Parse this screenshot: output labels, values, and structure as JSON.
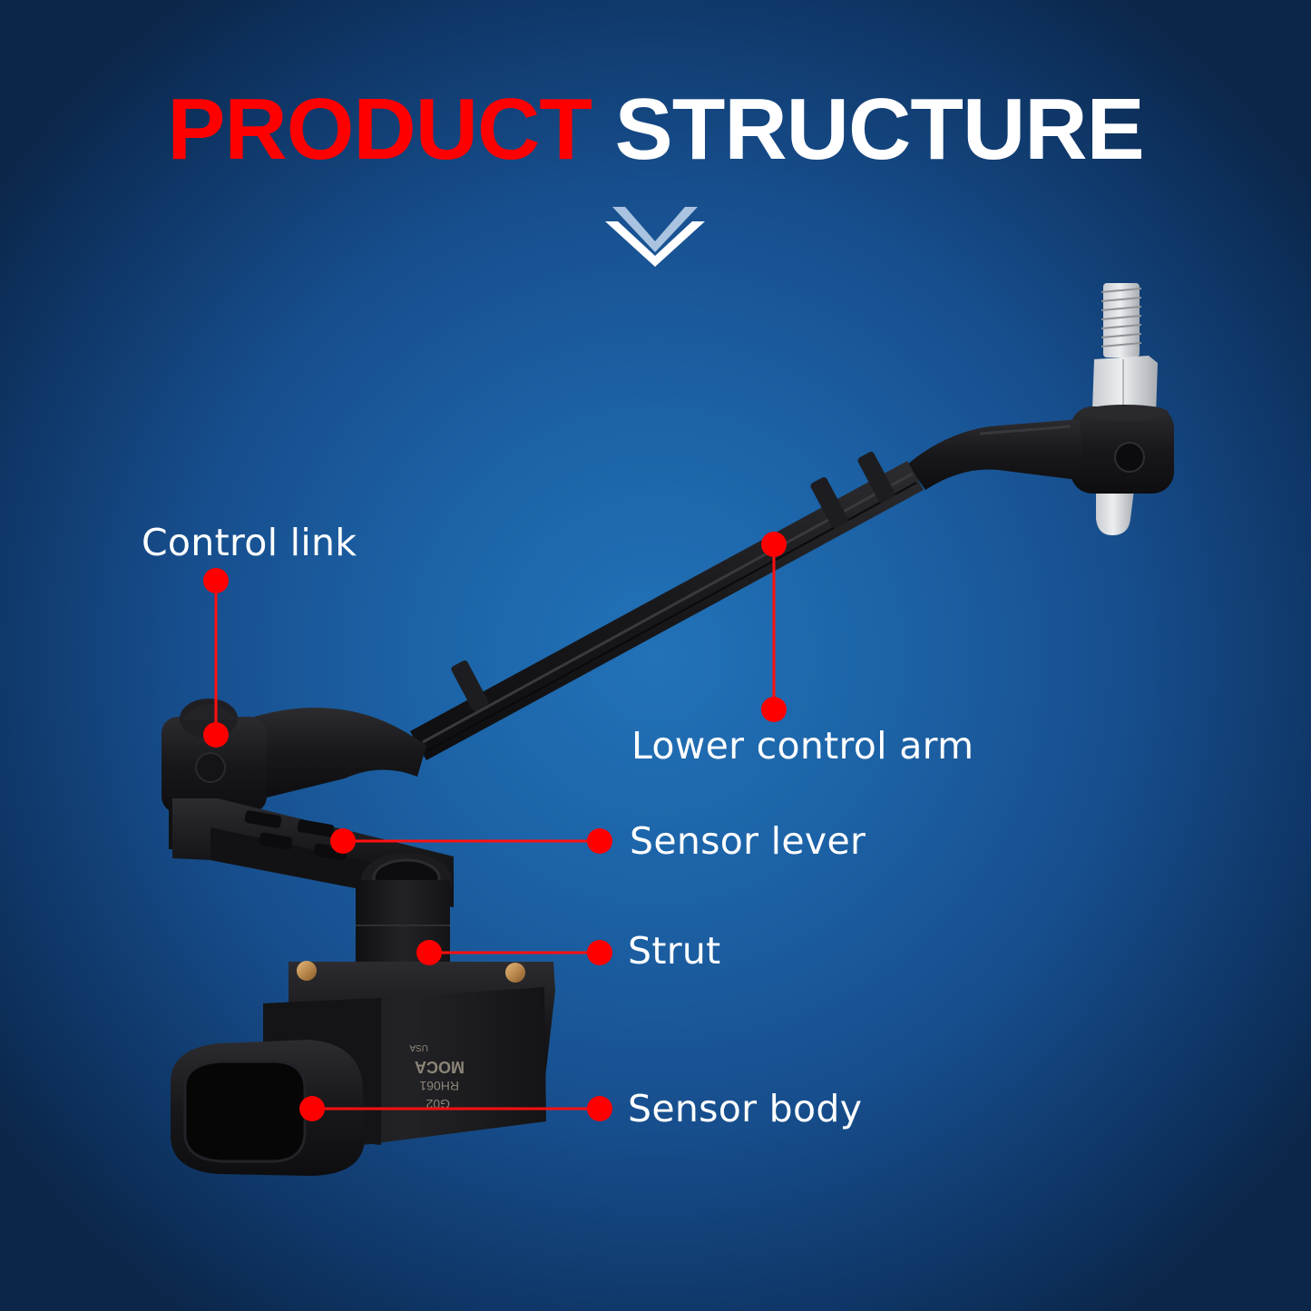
{
  "header": {
    "title_highlight": "PRODUCT",
    "title_rest": "STRUCTURE",
    "scroll_icon": "double-chevron-down-icon"
  },
  "colors": {
    "accent_red": "#ff0000",
    "title_white": "#ffffff",
    "background_center": "#2272b8",
    "background_edge": "#0b2649",
    "product_black": "#1c1c1f"
  },
  "product": {
    "engraving": {
      "brand": "MOCA",
      "origin": "USA",
      "part_number": "RH061",
      "code": "G02"
    }
  },
  "callouts": [
    {
      "id": "control-link",
      "label": "Control link"
    },
    {
      "id": "lower-control-arm",
      "label": "Lower control arm"
    },
    {
      "id": "sensor-lever",
      "label": "Sensor lever"
    },
    {
      "id": "strut",
      "label": "Strut"
    },
    {
      "id": "sensor-body",
      "label": "Sensor body"
    }
  ]
}
